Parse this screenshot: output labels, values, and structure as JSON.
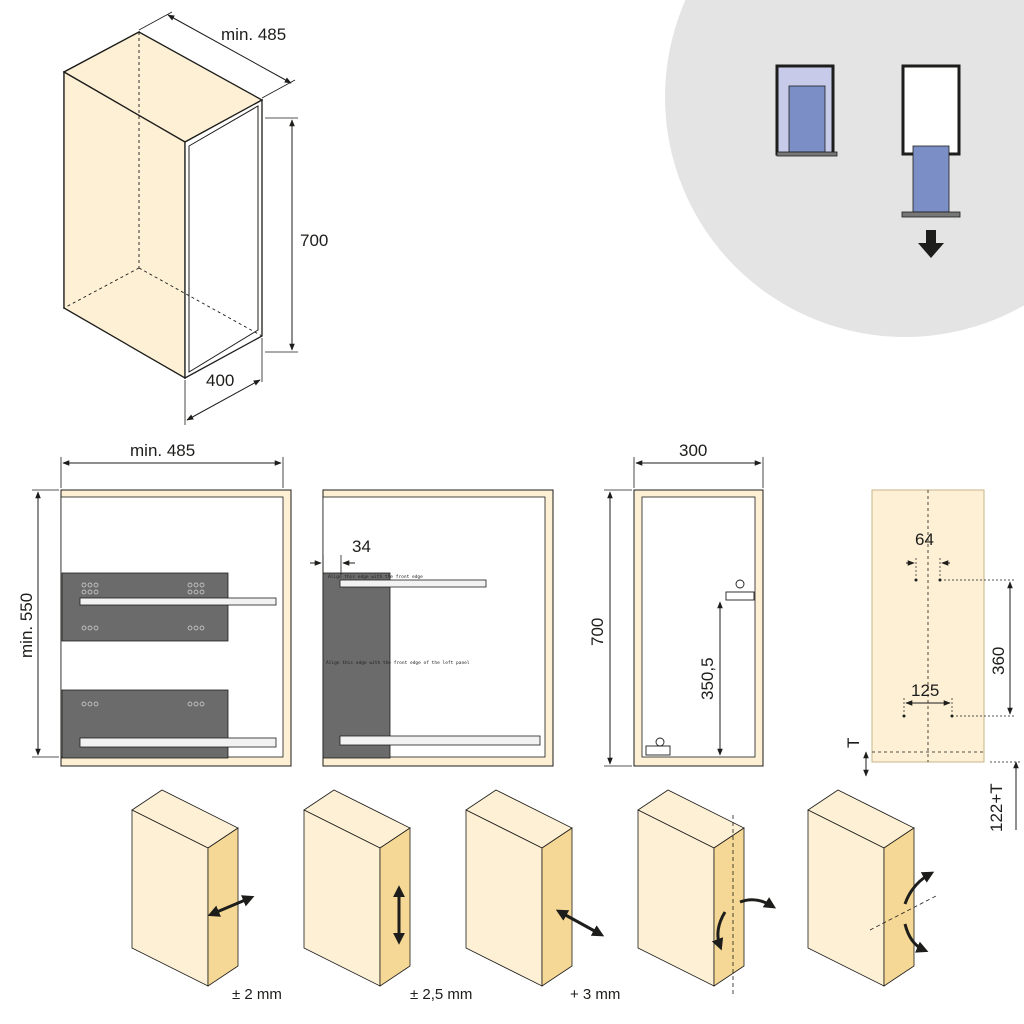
{
  "colors": {
    "wood": "#fdf0d5",
    "wood_edge": "#c9b48a",
    "line": "#1d1d1b",
    "circle_bg": "#e4e4e4",
    "basket": "#7b8fc6",
    "basket_light": "#c7cbe9",
    "rail_plate": "#6b6b6b",
    "front_panel": "#f6d896"
  },
  "isometric_cabinet": {
    "depth_label": "min. 485",
    "height_label": "700",
    "width_label": "400"
  },
  "front_view": {
    "width_label": "min. 485",
    "height_label": "min. 550"
  },
  "side_view": {
    "offset_label": "34",
    "plate_text_top": "Align this edge with the front edge",
    "plate_text_mid": "Align this edge with the front edge of the left panel"
  },
  "section_view": {
    "width_label": "300",
    "height_label": "700",
    "mid_label": "350,5"
  },
  "door_drilling": {
    "top_spacing_label": "64",
    "bottom_spacing_label": "125",
    "vertical_label": "360",
    "t_label": "T",
    "offset_label": "122+T"
  },
  "adjustments": [
    {
      "label": "± 2 mm",
      "icon": "left-right-arrow-icon"
    },
    {
      "label": "± 2,5 mm",
      "icon": "up-down-arrow-icon"
    },
    {
      "label": "+ 3 mm",
      "icon": "in-out-arrow-icon"
    },
    {
      "label": "",
      "icon": "rotate-arrow-icon"
    },
    {
      "label": "",
      "icon": "tilt-arrow-icon"
    }
  ]
}
